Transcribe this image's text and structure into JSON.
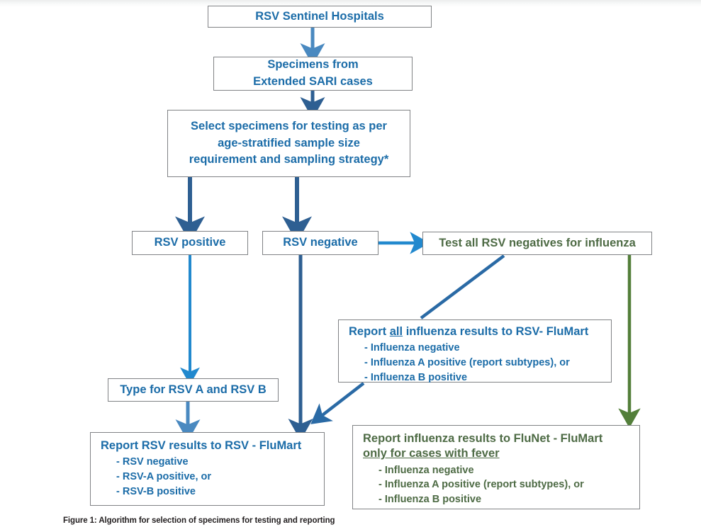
{
  "figure": {
    "caption": "Figure 1: Algorithm for selection of specimens for testing and reporting"
  },
  "colors": {
    "text_blue": "#1b6ca8",
    "text_green": "#4e6b45",
    "arrow_light_blue": "#2289ce",
    "arrow_mid_blue": "#2a6aa5",
    "arrow_dark_blue": "#2e5f92",
    "arrow_green": "#537f3a",
    "box_border": "#808285",
    "background": "#ffffff"
  },
  "nodes": {
    "sentinel": {
      "label": "RSV Sentinel Hospitals"
    },
    "specimens": {
      "line1": "Specimens from",
      "line2": "Extended SARI cases"
    },
    "select": {
      "line1": "Select specimens for testing as per",
      "line2": "age-stratified sample size",
      "line3": "requirement and sampling strategy*"
    },
    "rsv_positive": {
      "label": "RSV positive"
    },
    "rsv_negative": {
      "label": "RSV negative"
    },
    "test_influenza": {
      "label": "Test all RSV negatives for influenza"
    },
    "report_all_influenza": {
      "title_before": "Report ",
      "title_underlined": "all",
      "title_after": " influenza results to RSV- FluMart",
      "bullets": [
        "- Influenza negative",
        "- Influenza A positive (report subtypes), or",
        "- Influenza B positive"
      ]
    },
    "type_rsv": {
      "label": "Type for RSV A and RSV B"
    },
    "report_rsv": {
      "title": "Report RSV results to RSV - FluMart",
      "bullets": [
        "- RSV negative",
        "- RSV-A positive, or",
        "- RSV-B positive"
      ]
    },
    "report_influenza_flunet": {
      "title_line1": "Report influenza results to FluNet - FluMart",
      "title_line2_underlined": "only for cases with fever",
      "bullets": [
        "- Influenza negative",
        "- Influenza A positive (report subtypes), or",
        "- Influenza B positive"
      ]
    }
  },
  "connectors": [
    {
      "name": "sentinel-to-specimens",
      "from": "sentinel",
      "to": "specimens",
      "style": "vertical-arrow",
      "color": "#4a89c0"
    },
    {
      "name": "specimens-to-select",
      "from": "specimens",
      "to": "select",
      "style": "vertical-arrow",
      "color": "#2e5f92"
    },
    {
      "name": "select-to-rsv-positive",
      "from": "select",
      "to": "rsv_positive",
      "style": "vertical-arrow",
      "color": "#2e5f92"
    },
    {
      "name": "select-to-rsv-negative",
      "from": "select",
      "to": "rsv_negative",
      "style": "vertical-arrow",
      "color": "#2e5f92"
    },
    {
      "name": "rsv-negative-to-test-influenza",
      "from": "rsv_negative",
      "to": "test_influenza",
      "style": "horizontal-arrow",
      "color": "#2289ce"
    },
    {
      "name": "rsv-positive-to-type-rsv",
      "from": "rsv_positive",
      "to": "type_rsv",
      "style": "vertical-arrow",
      "color": "#2289ce"
    },
    {
      "name": "rsv-negative-to-report-rsv",
      "from": "rsv_negative",
      "to": "report_rsv",
      "style": "vertical-arrow",
      "color": "#2e5f92"
    },
    {
      "name": "test-influenza-to-report-all",
      "from": "test_influenza",
      "to": "report_all_influenza",
      "style": "diagonal-line",
      "color": "#2a6aa5"
    },
    {
      "name": "report-all-to-report-rsv",
      "from": "report_all_influenza",
      "to": "report_rsv",
      "style": "diagonal-arrow",
      "color": "#2a6aa5"
    },
    {
      "name": "type-rsv-to-report-rsv",
      "from": "type_rsv",
      "to": "report_rsv",
      "style": "vertical-arrow",
      "color": "#4a89c0"
    },
    {
      "name": "test-influenza-to-report-flunet",
      "from": "test_influenza",
      "to": "report_influenza_flunet",
      "style": "vertical-arrow",
      "color": "#537f3a"
    }
  ]
}
